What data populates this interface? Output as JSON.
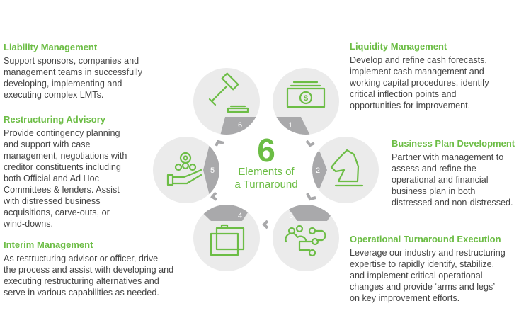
{
  "center": {
    "number": "6",
    "line1": "Elements of",
    "line2": "a Turnaround"
  },
  "colors": {
    "accent": "#6cbd45",
    "circle": "#ebebeb",
    "tab": "#a9a9ab",
    "text": "#444444"
  },
  "elements": [
    {
      "number": "1",
      "icon": "cash-icon",
      "title": "Liquidity Management",
      "lines": [
        "Develop and refine cash forecasts,",
        "implement cash management and",
        "working capital procedures, identify",
        "critical inflection points and",
        "opportunities for improvement."
      ]
    },
    {
      "number": "2",
      "icon": "chess-knight-icon",
      "title": "Business Plan Development",
      "lines": [
        "Partner with management to",
        "assess and refine the",
        "operational and financial",
        "business plan in both",
        "distressed and non-distressed."
      ]
    },
    {
      "number": "3",
      "icon": "team-flow-icon",
      "title": "Operational Turnaround Execution",
      "lines": [
        "Leverage our industry and restructuring",
        "expertise to rapidly identify, stabilize,",
        "and implement critical operational",
        "changes and provide ‘arms and legs’",
        "on key improvement efforts."
      ]
    },
    {
      "number": "4",
      "icon": "briefcase-icon",
      "title": "Interim Management",
      "lines": [
        "As restructuring advisor or officer, drive",
        "the process and assist with developing and",
        "executing restructuring alternatives and",
        "serve in various capabilities as needed."
      ]
    },
    {
      "number": "5",
      "icon": "hand-people-gear-icon",
      "title": "Restructuring Advisory",
      "lines": [
        "Provide contingency planning",
        "and support with case",
        "management, negotiations with",
        "creditor constituents including",
        "both Official and Ad Hoc",
        "Committees & lenders. Assist",
        "with distressed business",
        "acquisitions, carve-outs, or",
        "wind-downs."
      ]
    },
    {
      "number": "6",
      "icon": "gavel-icon",
      "title": "Liability Management",
      "lines": [
        "Support sponsors, companies and",
        "management teams in successfully",
        "developing, implementing and",
        "executing complex LMTs."
      ]
    }
  ]
}
